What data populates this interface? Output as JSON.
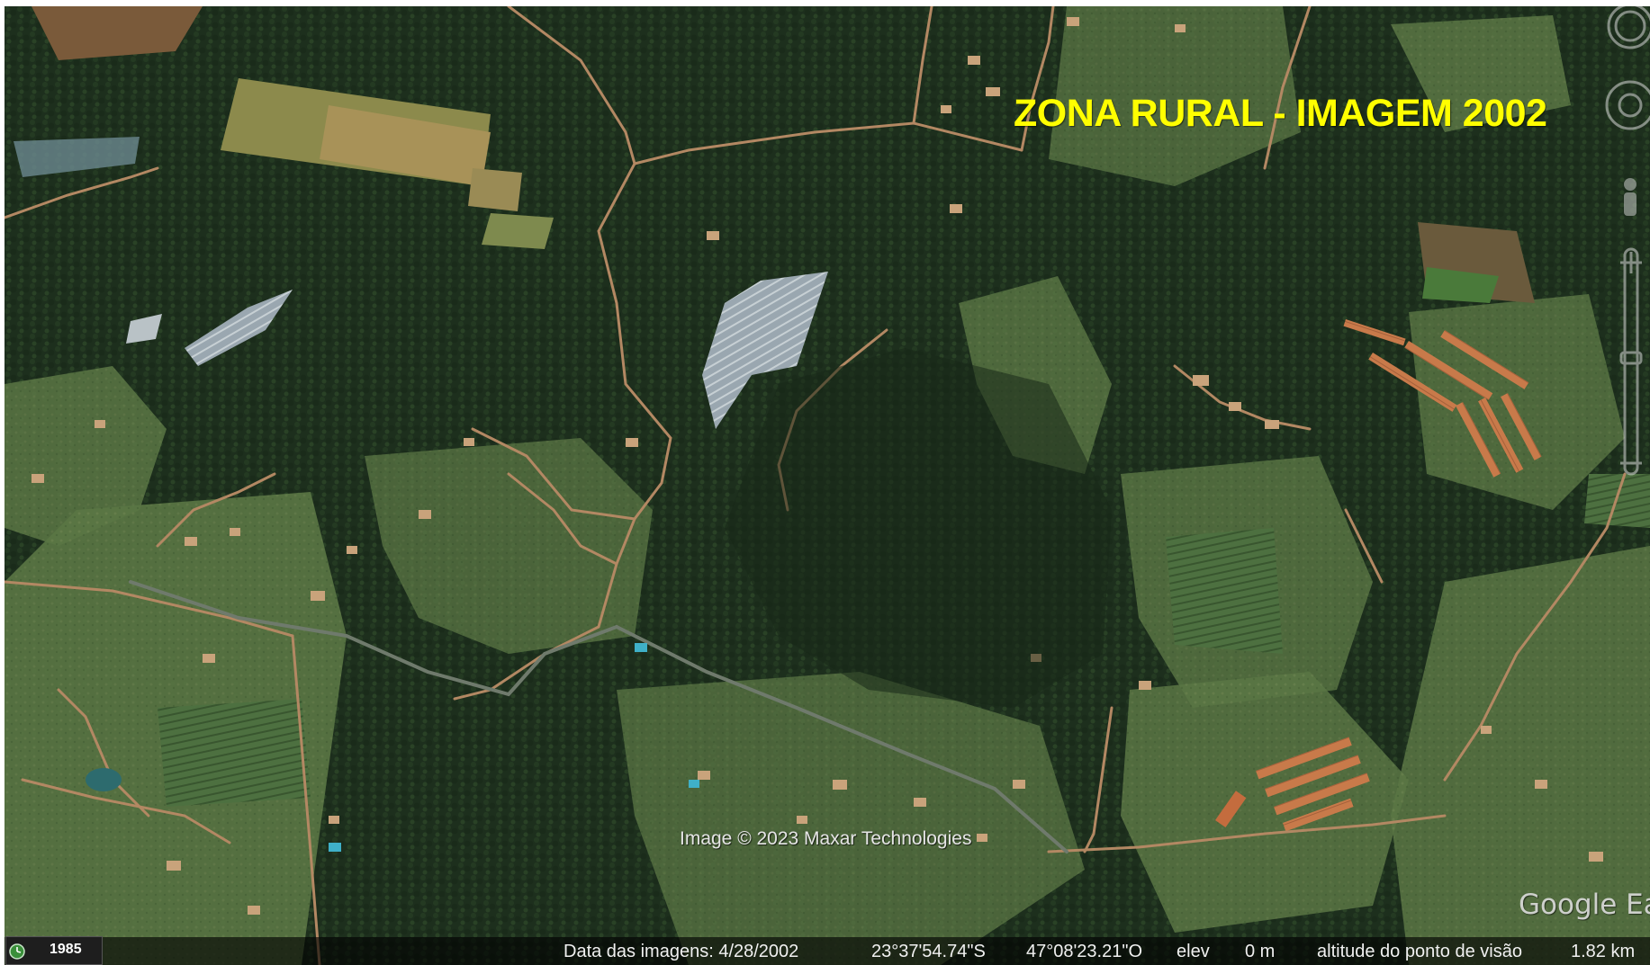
{
  "overlay": {
    "title": "ZONA RURAL - IMAGEM 2002"
  },
  "map": {
    "attribution": "Image © 2023 Maxar Technologies",
    "logo": "Google Ea"
  },
  "status_bar": {
    "history_year": "1985",
    "imagery_date": "Data das imagens: 4/28/2002",
    "latitude": "23°37'54.74\"S",
    "longitude": "47°08'23.21\"O",
    "elev_label": "elev",
    "elev_value": "0 m",
    "eye_alt_label": "altitude do ponto de visão",
    "eye_alt_value": "1.82 km"
  },
  "icons": {
    "history": "historical-imagery-clock-icon",
    "compass": "compass-ring-icon",
    "look": "look-joystick-icon",
    "pegman": "street-view-pegman-icon",
    "zoom": "zoom-slider-icon"
  },
  "colors": {
    "title": "#ffff00",
    "forest": "#1f3320",
    "pasture": "#5d7a45",
    "soil": "#b8895a"
  }
}
